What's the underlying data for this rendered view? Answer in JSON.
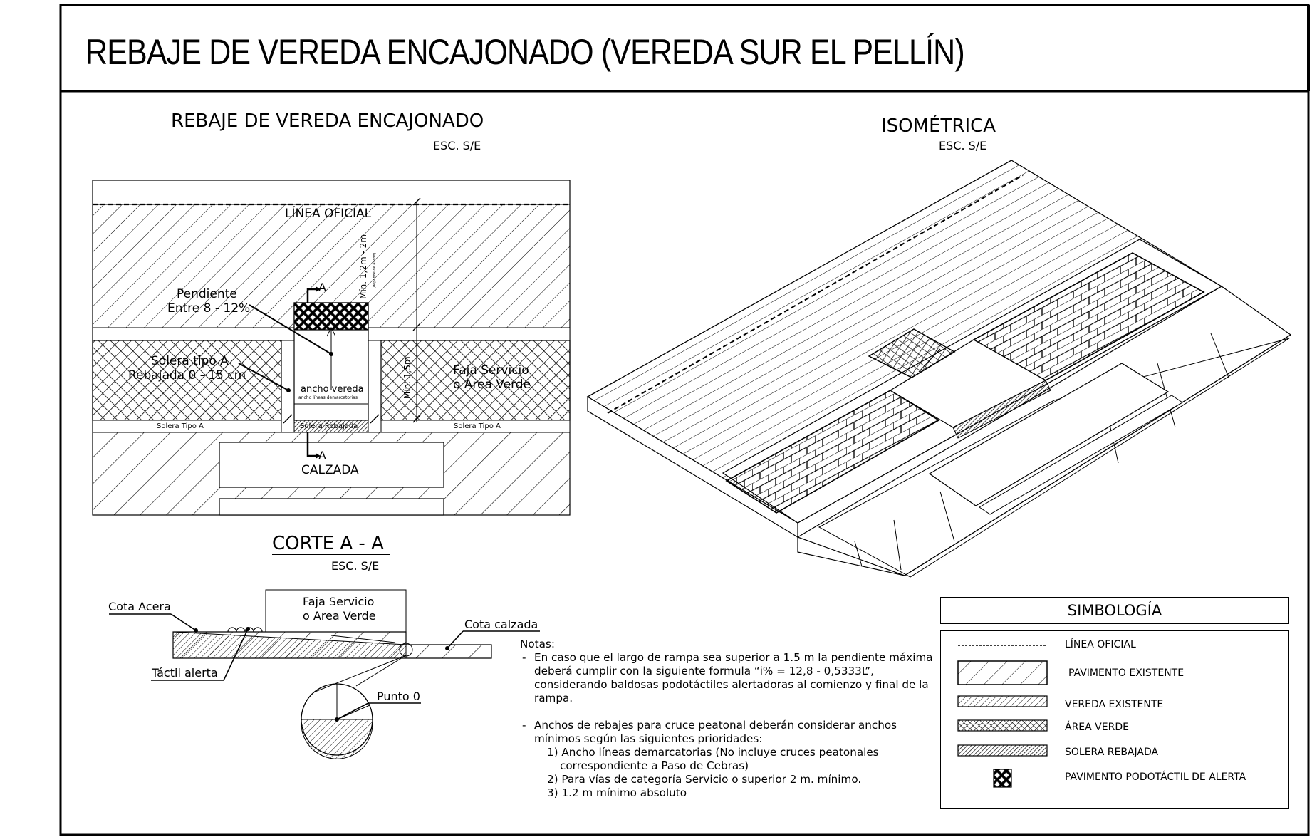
{
  "sheet": {
    "title": "REBAJE DE VEREDA ENCAJONADO (VEREDA SUR EL PELLÍN)"
  },
  "plan_view": {
    "title": "REBAJE DE VEREDA ENCAJONADO",
    "scale": "ESC. S/E",
    "labels": {
      "linea_oficial": "LÍNEA OFICIAL",
      "pendiente_1": "Pendiente",
      "pendiente_2": "Entre 8 - 12%",
      "solera_tipo_a_1": "Solera tipo A",
      "solera_tipo_a_2": "Rebajada 0 - 15 cm",
      "faja_servicio_1": "Faja Servicio",
      "faja_servicio_2": "o Area Verde",
      "ancho_vereda": "ancho vereda",
      "ancho_lineas": "ancho líneas demarcatorias",
      "solera_left": "Solera Tipo A",
      "solera_rebajada": "Solera Rebajada",
      "solera_right": "Solera Tipo A",
      "calzada": "CALZADA",
      "section_mark_top": "A",
      "section_mark_bottom": "A",
      "dim_top": "Mín. 1,2m - 2m",
      "dim_top_small": "(depende de ancho)",
      "dim_bottom": "Mín. 1,5m"
    }
  },
  "isometric": {
    "title": "ISOMÉTRICA",
    "scale": "ESC. S/E"
  },
  "section": {
    "title": "CORTE A - A",
    "scale": "ESC. S/E",
    "labels": {
      "cota_acera": "Cota Acera",
      "faja_servicio_1": "Faja Servicio",
      "faja_servicio_2": "o Area Verde",
      "cota_calzada": "Cota calzada",
      "tactil_alerta": "Táctil alerta",
      "punto_0": "Punto 0"
    }
  },
  "notes": {
    "heading": "Notas:",
    "item1": "En caso que el largo de rampa sea superior a 1.5 m la pendiente máxima deberá cumplir con la siguiente formula “i% = 12,8 - 0,5333L”, considerando baldosas podotáctiles alertadoras al comienzo y final de la rampa.",
    "item2": "Anchos de rebajes para cruce peatonal deberán considerar anchos mínimos según las siguientes prioridades:",
    "sub1": "1) Ancho líneas demarcatorias (No incluye cruces peatonales correspondiente a Paso de Cebras)",
    "sub2": "2) Para vías de categoría Servicio o superior 2 m. mínimo.",
    "sub3": "3) 1.2 m mínimo absoluto"
  },
  "legend": {
    "title": "SIMBOLOGÍA",
    "items": [
      {
        "label": "LÍNEA OFICIAL",
        "symbol": "dashed-line"
      },
      {
        "label": "PAVIMENTO EXISTENTE",
        "symbol": "wide-hatch"
      },
      {
        "label": "VEREDA EXISTENTE",
        "symbol": "fine-hatch"
      },
      {
        "label": "ÁREA VERDE",
        "symbol": "cross-hatch"
      },
      {
        "label": "SOLERA REBAJADA",
        "symbol": "dense-hatch"
      },
      {
        "label": "PAVIMENTO PODOTÁCTIL DE ALERTA",
        "symbol": "tactile-pattern"
      }
    ]
  }
}
